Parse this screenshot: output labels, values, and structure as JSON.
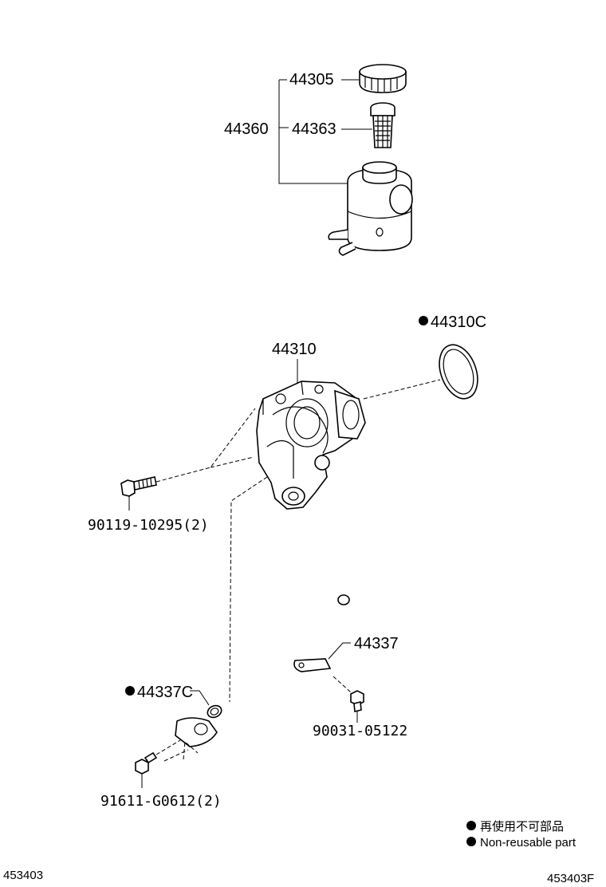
{
  "parts": {
    "cap": "44305",
    "reservoir_assy": "44360",
    "strainer": "44363",
    "pump_assy": "44310",
    "oring_pump": "44310C",
    "bolt_pump": "90119-10295(2)",
    "pipe": "44337",
    "oring_pipe": "44337C",
    "bolt_pipe_upper": "90031-05122",
    "bolt_pipe_lower": "91611-G0612(2)"
  },
  "legend": {
    "line_jp": "再使用不可部品",
    "line_en": "Non-reusable part"
  },
  "footer": {
    "left_code": "453403",
    "right_code": "453403F"
  }
}
